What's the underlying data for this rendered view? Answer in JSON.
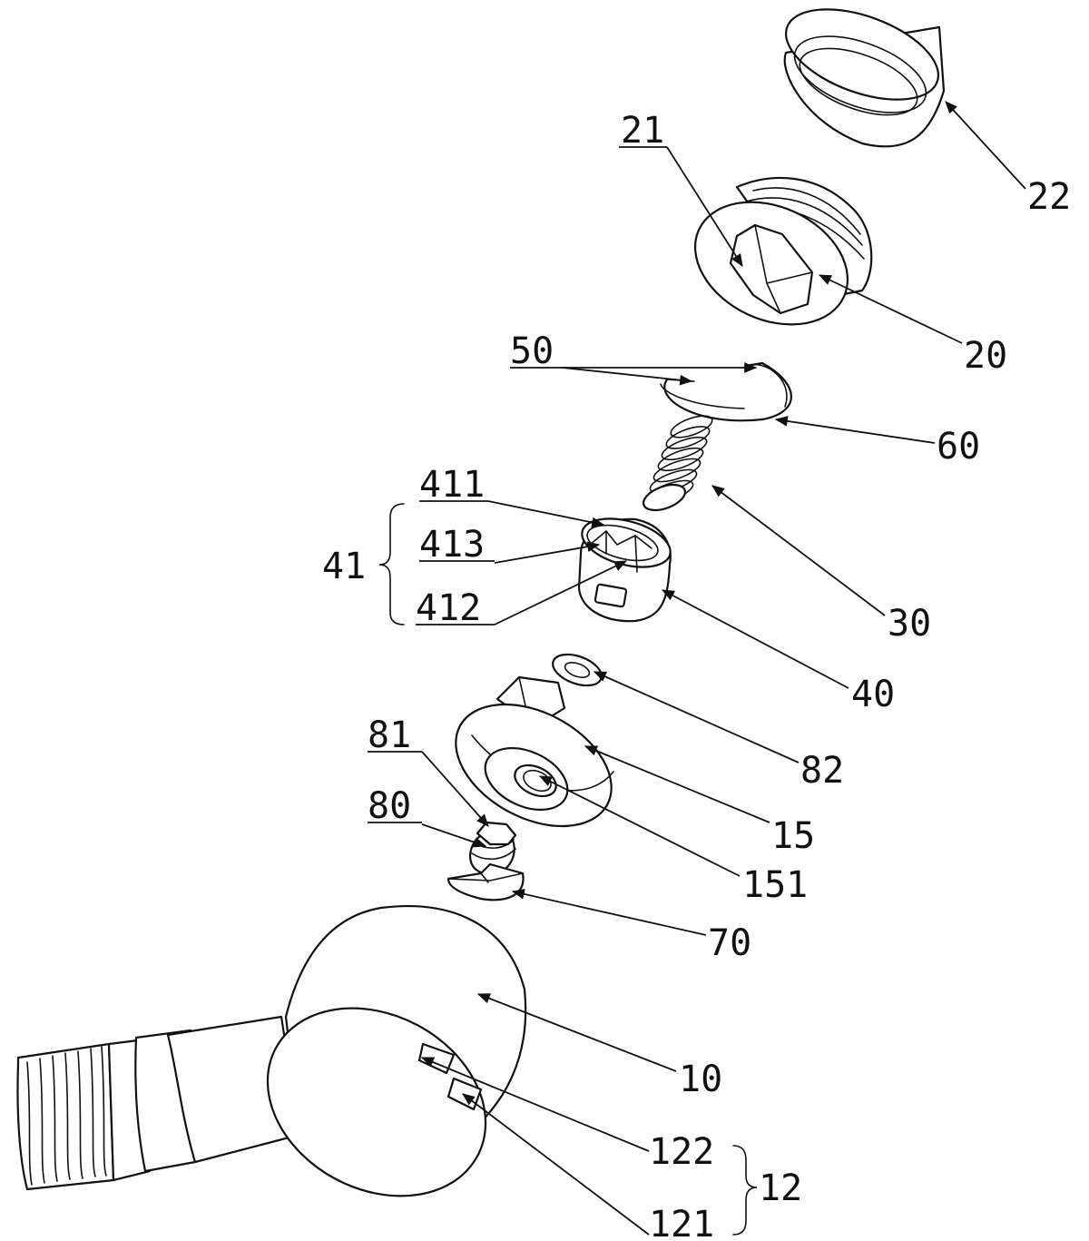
{
  "labels": {
    "l10": "10",
    "l12": "12",
    "l121": "121",
    "l122": "122",
    "l15": "15",
    "l151": "151",
    "l20": "20",
    "l21": "21",
    "l22": "22",
    "l30": "30",
    "l40": "40",
    "l41": "41",
    "l411": "411",
    "l412": "412",
    "l413": "413",
    "l50": "50",
    "l60": "60",
    "l70": "70",
    "l80": "80",
    "l81": "81",
    "l82": "82"
  },
  "colors": {
    "ink": "#111111",
    "paper": "#ffffff"
  }
}
